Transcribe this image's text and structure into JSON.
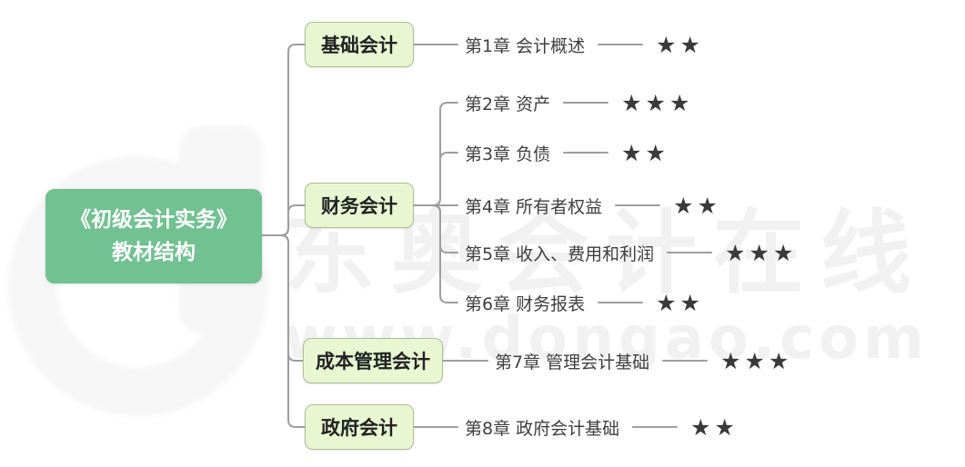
{
  "root": {
    "title_line1": "《初级会计实务》",
    "title_line2": "教材结构"
  },
  "branches": [
    {
      "label": "基础会计",
      "chapters": [
        {
          "title": "第1章 会计概述",
          "stars": "★★",
          "star_count": 2
        }
      ]
    },
    {
      "label": "财务会计",
      "chapters": [
        {
          "title": "第2章 资产",
          "stars": "★★★",
          "star_count": 3
        },
        {
          "title": "第3章 负债",
          "stars": "★★",
          "star_count": 2
        },
        {
          "title": "第4章 所有者权益",
          "stars": "★★",
          "star_count": 2
        },
        {
          "title": "第5章 收入、费用和利润",
          "stars": "★★★",
          "star_count": 3
        },
        {
          "title": "第6章 财务报表",
          "stars": "★★",
          "star_count": 2
        }
      ]
    },
    {
      "label": "成本管理会计",
      "chapters": [
        {
          "title": "第7章 管理会计基础",
          "stars": "★★★",
          "star_count": 3
        }
      ]
    },
    {
      "label": "政府会计",
      "chapters": [
        {
          "title": "第8章 政府会计基础",
          "stars": "★★",
          "star_count": 2
        }
      ]
    }
  ],
  "watermark": {
    "brand_text": "东奥会计在线",
    "url_text": "www.dongao.com",
    "logo_icon": "dongao-d-logo"
  },
  "colors": {
    "root_bg": "#71c191",
    "branch_bg": "#e8f7d2",
    "branch_border": "#aebd92",
    "connector": "#9e9e9e",
    "chapter_text": "#3f3f3f",
    "star": "#3a3a3a",
    "watermark": "#f1f1f1"
  }
}
